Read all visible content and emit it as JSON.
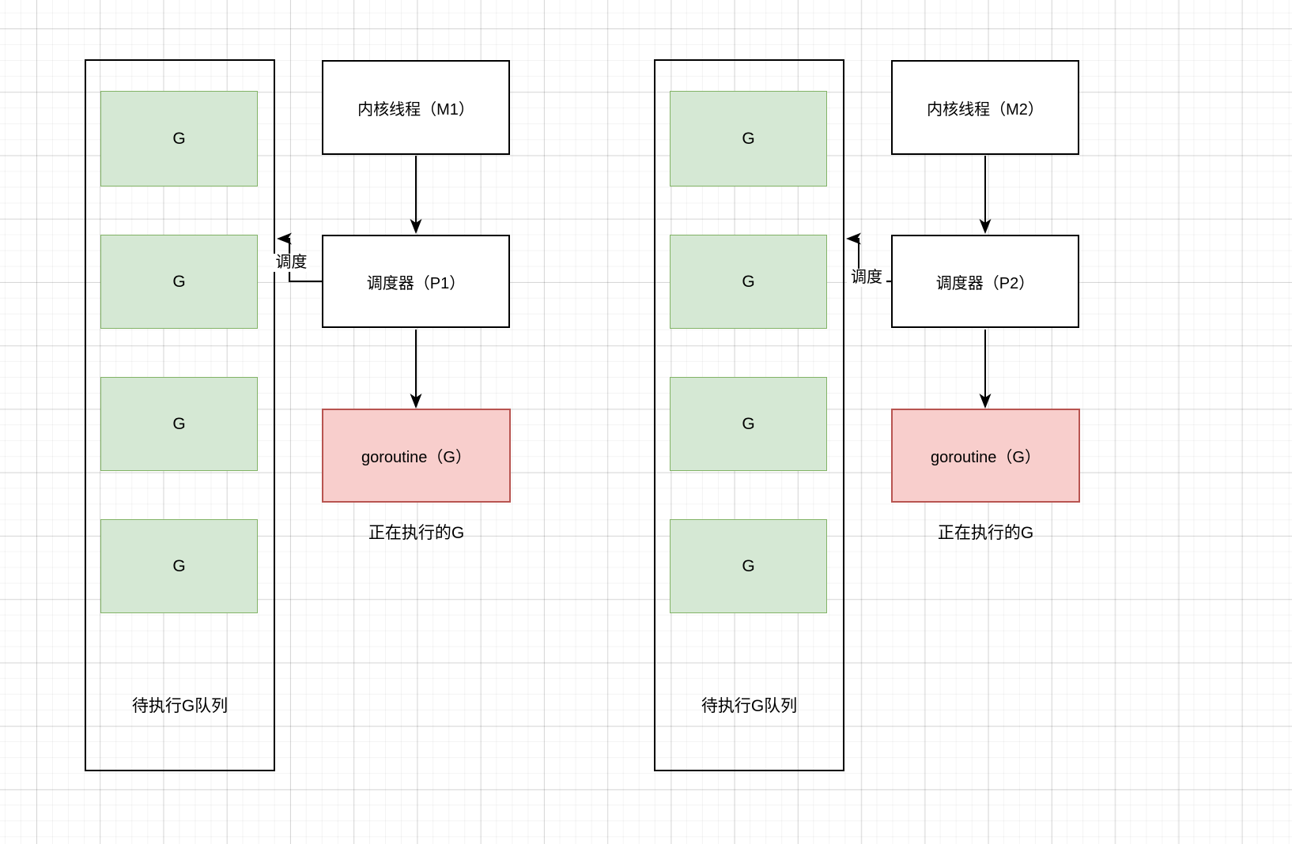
{
  "colors": {
    "queue_item_fill": "#d5e8d4",
    "queue_item_border": "#82b366",
    "goroutine_fill": "#f8cecc",
    "goroutine_border": "#b85450",
    "line": "#000000",
    "grid_major": "#d9d9d9",
    "grid_minor": "#f5f5f5"
  },
  "groups": [
    {
      "kernel_thread_label": "内核线程（M1）",
      "scheduler_label": "调度器（P1）",
      "goroutine_label": "goroutine（G）",
      "running_caption": "正在执行的G",
      "queue_caption": "待执行G队列",
      "schedule_arrow_label": "调度",
      "g_labels": [
        "G",
        "G",
        "G",
        "G"
      ]
    },
    {
      "kernel_thread_label": "内核线程（M2）",
      "scheduler_label": "调度器（P2）",
      "goroutine_label": "goroutine（G）",
      "running_caption": "正在执行的G",
      "queue_caption": "待执行G队列",
      "schedule_arrow_label": "调度",
      "g_labels": [
        "G",
        "G",
        "G",
        "G"
      ]
    }
  ]
}
